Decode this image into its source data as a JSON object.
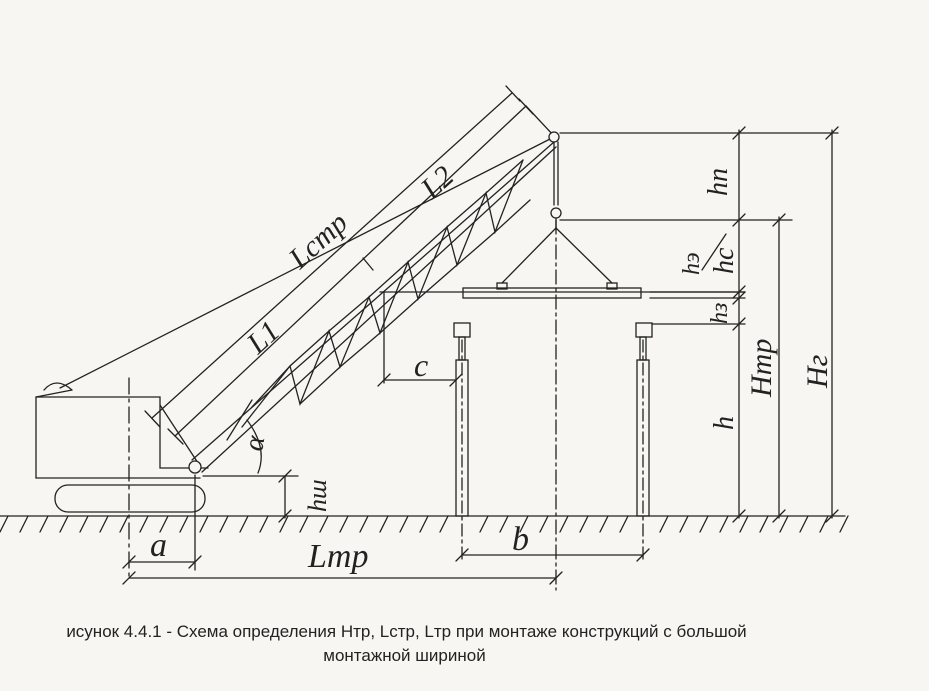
{
  "labels": {
    "l_str": "Lстр",
    "l2": "L2",
    "l1": "L1",
    "c": "c",
    "h_p": "hп",
    "h_e": "hэ",
    "h_c": "hc",
    "h_z": "hз",
    "h_tr": "Hтр",
    "h_g": "Hг",
    "h": "h",
    "h_sh": "hш",
    "alpha": "α",
    "a": "a",
    "b": "b",
    "l_tr": "Lтр"
  },
  "caption": {
    "line1": "исунок 4.4.1 - Схема определения Hтр, Lстр, Lтр  при монтаже конструкций с большой",
    "line2": "монтажной шириной"
  },
  "colors": {
    "ink": "#222222",
    "paper": "#f7f6f3"
  }
}
